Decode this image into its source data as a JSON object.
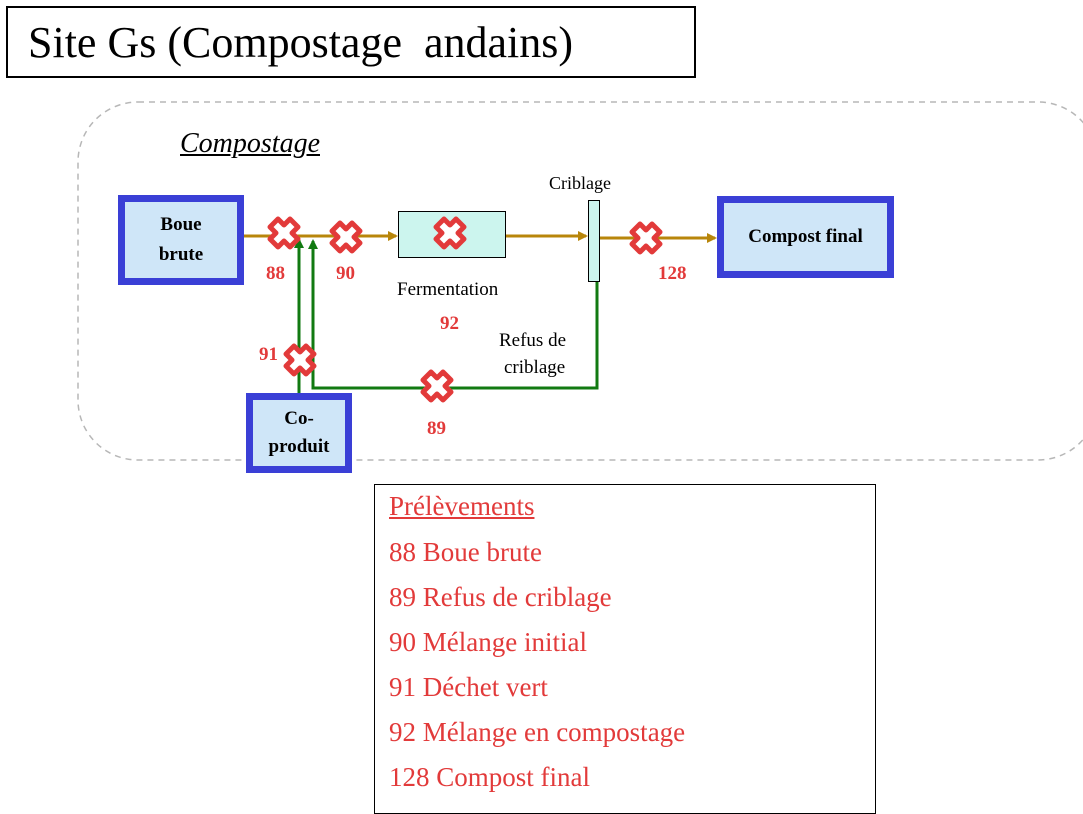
{
  "title": "Site Gs (Compostage  andains)",
  "section_label": "Compostage",
  "nodes": {
    "boue_brute": "Boue\nbrute",
    "compost_final": "Compost final",
    "co_produit": "Co-\nproduit"
  },
  "labels": {
    "criblage": "Criblage",
    "fermentation": "Fermentation",
    "refus_line1": "Refus de",
    "refus_line2": "criblage"
  },
  "sample_numbers": {
    "n88": "88",
    "n90": "90",
    "n92": "92",
    "n91": "91",
    "n89": "89",
    "n128": "128"
  },
  "legend": {
    "title": "Prélèvements",
    "items": [
      "88 Boue brute",
      "89 Refus de criblage",
      "90 Mélange initial",
      "91 Déchet vert",
      "92 Mélange en compostage",
      "128 Compost final"
    ]
  },
  "colors": {
    "node_border": "#3a3fd6",
    "node_fill": "#cfe6f8",
    "process_fill": "#ccf5ee",
    "arrow_brown": "#b8860b",
    "arrow_green": "#117a11",
    "sample_red": "#e23a3a"
  }
}
